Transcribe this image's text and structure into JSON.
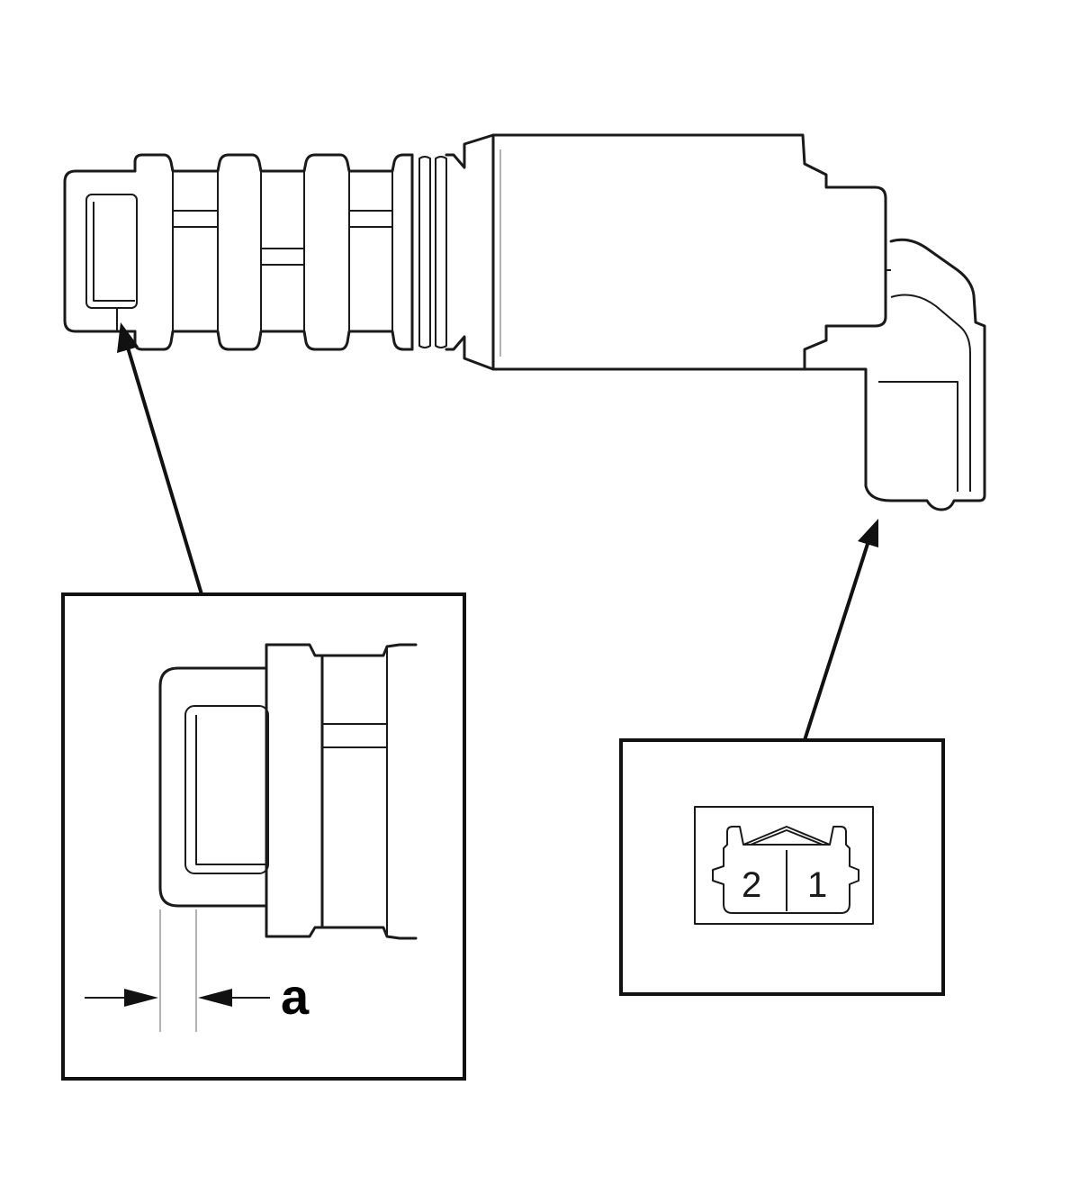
{
  "diagram": {
    "dimension_label": "a",
    "connector_pins": [
      "2",
      "1"
    ]
  }
}
